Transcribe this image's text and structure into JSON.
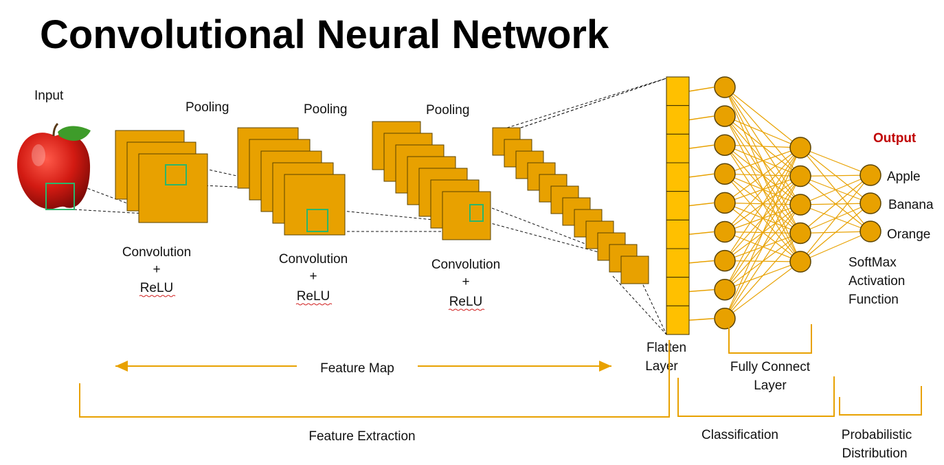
{
  "title": "Convolutional Neural Network",
  "colors": {
    "block": "#E8A100",
    "block_edge": "#5a4300",
    "flatten": "#FFC000",
    "neuron": "#E8A100",
    "connection": "#E8A100",
    "bracket": "#E8A100",
    "receptive_field": "#2ab66b",
    "output_title": "#C00000"
  },
  "input": {
    "label": "Input",
    "image_icon": "apple-image"
  },
  "stages": [
    {
      "pooling_label": "Pooling",
      "conv_line1": "Convolution",
      "conv_plus": "+",
      "conv_line2": "ReLU"
    },
    {
      "pooling_label": "Pooling",
      "conv_line1": "Convolution",
      "conv_plus": "+",
      "conv_line2": "ReLU"
    },
    {
      "pooling_label": "Pooling",
      "conv_line1": "Convolution",
      "conv_plus": "+",
      "conv_line2": "ReLU"
    }
  ],
  "feature_map_label": "Feature Map",
  "flatten_label": [
    "Flatten",
    "Layer"
  ],
  "fully_connected_label": [
    "Fully Connect",
    "Layer"
  ],
  "softmax_label": [
    "SoftMax",
    "Activation",
    "Function"
  ],
  "output": {
    "title": "Output",
    "classes": [
      "Apple",
      "Banana",
      "Orange"
    ]
  },
  "sections": {
    "feature_extraction": "Feature Extraction",
    "classification": "Classification",
    "probabilistic": [
      "Probabilistic",
      "Distribution"
    ]
  },
  "network": {
    "flatten_cells": 9,
    "hidden1_neurons": 9,
    "hidden2_neurons": 5,
    "output_neurons": 3
  }
}
